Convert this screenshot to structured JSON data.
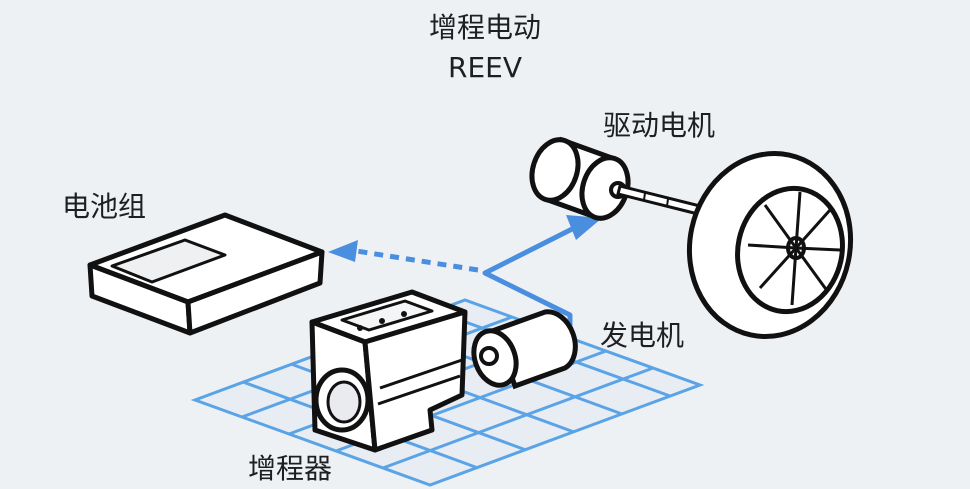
{
  "title": {
    "zh": "增程电动",
    "en": "REEV"
  },
  "labels": {
    "battery": "电池组",
    "drive_motor": "驱动电机",
    "generator": "发电机",
    "range_extender": "增程器"
  },
  "colors": {
    "background": "#eef1f4",
    "outline": "#111111",
    "accent_blue": "#4a8ee0",
    "grid_blue": "#5aa3e6",
    "text": "#1d1f22"
  },
  "icons": [
    "battery-pack-icon",
    "engine-block-icon",
    "generator-cylinder-icon",
    "drive-motor-cylinder-icon",
    "wheel-icon"
  ]
}
